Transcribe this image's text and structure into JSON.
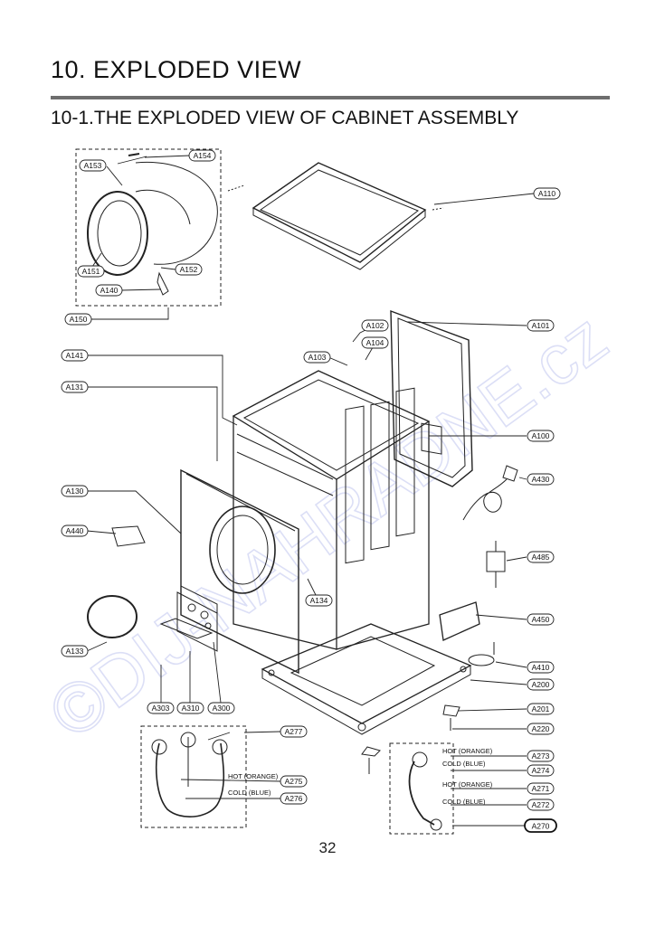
{
  "title": "10. EXPLODED VIEW",
  "subtitle": "10-1.THE EXPLODED VIEW OF CABINET ASSEMBLY",
  "page_number": "32",
  "watermark": "©DIJ-NAHRADNE.cz",
  "notes": {
    "hot_orange": "HOT (ORANGE)",
    "cold_blue": "COLD (BLUE)"
  },
  "parts": {
    "A154": "A154",
    "A153": "A153",
    "A151": "A151",
    "A152": "A152",
    "A140": "A140",
    "A150": "A150",
    "A110": "A110",
    "A102": "A102",
    "A104": "A104",
    "A101": "A101",
    "A103": "A103",
    "A141": "A141",
    "A131": "A131",
    "A100": "A100",
    "A430": "A430",
    "A130": "A130",
    "A440": "A440",
    "A485": "A485",
    "A134": "A134",
    "A450": "A450",
    "A133": "A133",
    "A410": "A410",
    "A200": "A200",
    "A201": "A201",
    "A303": "A303",
    "A310": "A310",
    "A300": "A300",
    "A220": "A220",
    "A277": "A277",
    "A273": "A273",
    "A274": "A274",
    "A275": "A275",
    "A271": "A271",
    "A276": "A276",
    "A272": "A272",
    "A270": "A270"
  }
}
